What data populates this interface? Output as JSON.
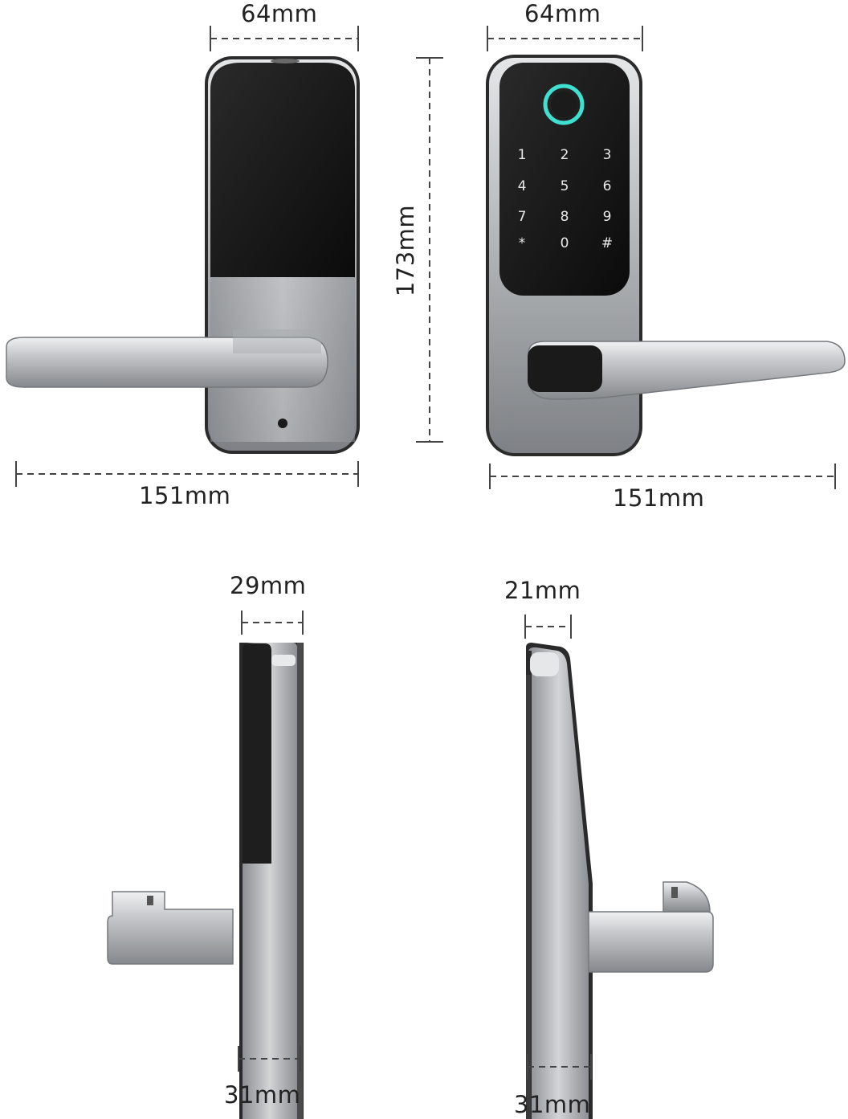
{
  "dimensions": {
    "front_back_width": "64mm",
    "front_keypad_width": "64mm",
    "height": "173mm",
    "back_total_width": "151mm",
    "front_total_width": "151mm",
    "side_back_top_depth": "29mm",
    "side_front_top_depth": "21mm",
    "side_back_bottom_depth": "31mm",
    "side_front_bottom_depth": "31mm"
  },
  "keypad": {
    "keys": [
      "1",
      "2",
      "3",
      "4",
      "5",
      "6",
      "7",
      "8",
      "9",
      "*",
      "0",
      "#"
    ]
  },
  "colors": {
    "metal": "#b9bcbf",
    "metal_dark": "#8e9195",
    "panel": "#141414",
    "fingerprint_ring": "#3fe0d0",
    "dimension_line": "#444444"
  }
}
